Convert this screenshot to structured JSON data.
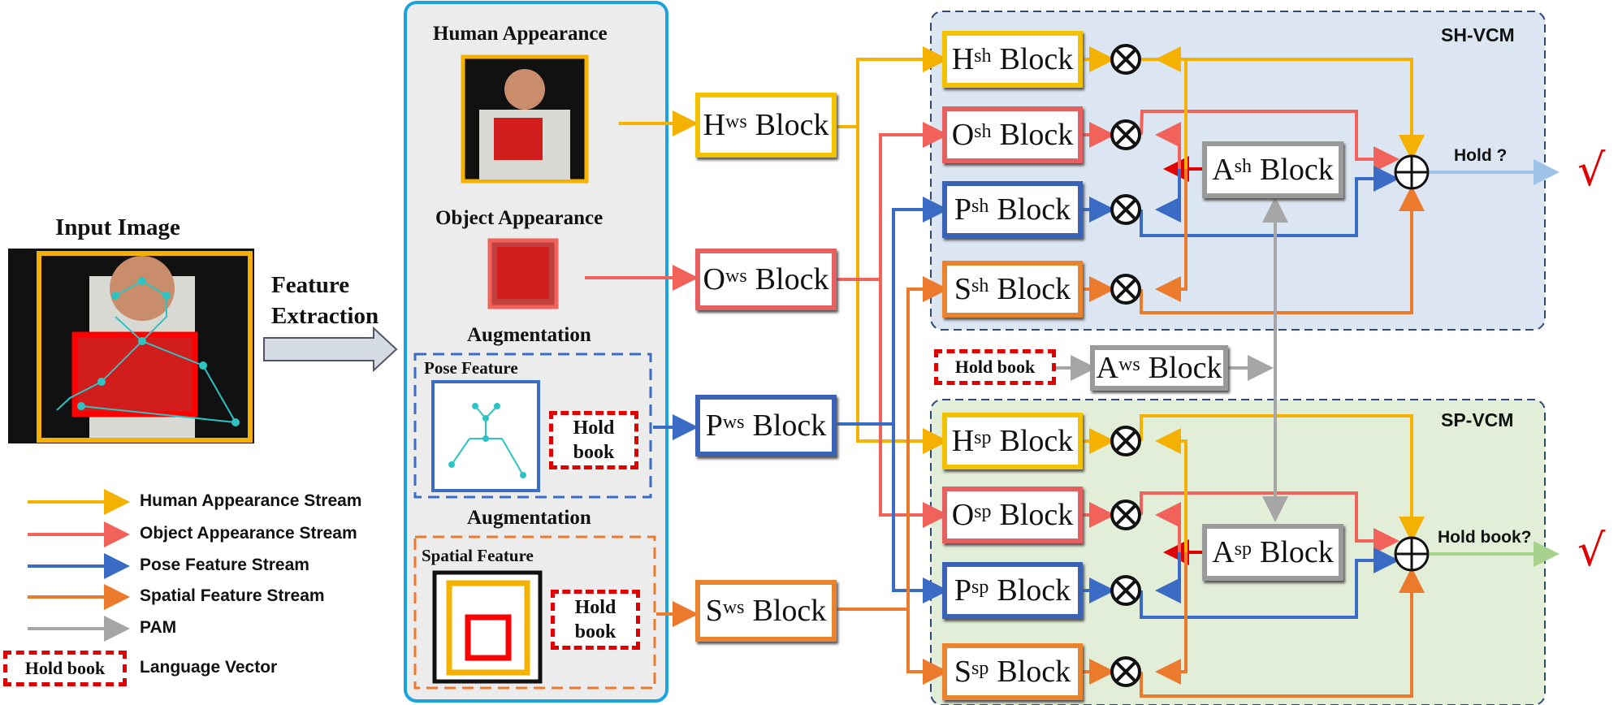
{
  "input": {
    "title": "Input Image"
  },
  "feature_extraction": {
    "line1": "Feature",
    "line2": "Extraction"
  },
  "panel": {
    "human_appearance": "Human Appearance",
    "object_appearance": "Object Appearance",
    "augmentation_1": "Augmentation",
    "pose_feature": "Pose Feature",
    "augmentation_2": "Augmentation",
    "spatial_feature": "Spatial Feature",
    "hold_line1": "Hold",
    "hold_line2": "book"
  },
  "ws_blocks": {
    "h": {
      "letter": "H",
      "sup": "ws",
      "word": "Block"
    },
    "o": {
      "letter": "O",
      "sup": "ws",
      "word": "Block"
    },
    "p": {
      "letter": "P",
      "sup": "ws",
      "word": "Block"
    },
    "s": {
      "letter": "S",
      "sup": "ws",
      "word": "Block"
    },
    "a": {
      "letter": "A",
      "sup": "ws",
      "word": "Block"
    }
  },
  "sh_vcm": {
    "title": "SH-VCM",
    "h": {
      "letter": "H",
      "sup": "sh",
      "word": "Block"
    },
    "o": {
      "letter": "O",
      "sup": "sh",
      "word": "Block"
    },
    "p": {
      "letter": "P",
      "sup": "sh",
      "word": "Block"
    },
    "s": {
      "letter": "S",
      "sup": "sh",
      "word": "Block"
    },
    "a": {
      "letter": "A",
      "sup": "sh",
      "word": "Block"
    },
    "output": "Hold ?",
    "check": "√"
  },
  "sp_vcm": {
    "title": "SP-VCM",
    "h": {
      "letter": "H",
      "sup": "sp",
      "word": "Block"
    },
    "o": {
      "letter": "O",
      "sup": "sp",
      "word": "Block"
    },
    "p": {
      "letter": "P",
      "sup": "sp",
      "word": "Block"
    },
    "s": {
      "letter": "S",
      "sup": "sp",
      "word": "Block"
    },
    "a": {
      "letter": "A",
      "sup": "sp",
      "word": "Block"
    },
    "output": "Hold book?",
    "check": "√"
  },
  "language_vector": {
    "text": "Hold book"
  },
  "legend": [
    {
      "label": "Human Appearance Stream",
      "color": "#f5b100"
    },
    {
      "label": "Object Appearance Stream",
      "color": "#f0625a"
    },
    {
      "label": "Pose Feature Stream",
      "color": "#3a6cc6"
    },
    {
      "label": "Spatial Feature Stream",
      "color": "#ec7a2c"
    },
    {
      "label": "PAM",
      "color": "#a6a6a6"
    },
    {
      "label": "Language Vector",
      "swatch": "Hold book"
    }
  ],
  "colors": {
    "human": "#f5b100",
    "object": "#f0625a",
    "pose": "#3a6cc6",
    "spatial": "#ec7a2c",
    "pam": "#a6a6a6",
    "sh_out": "#9dc3e6",
    "sp_out": "#a9d18e"
  }
}
